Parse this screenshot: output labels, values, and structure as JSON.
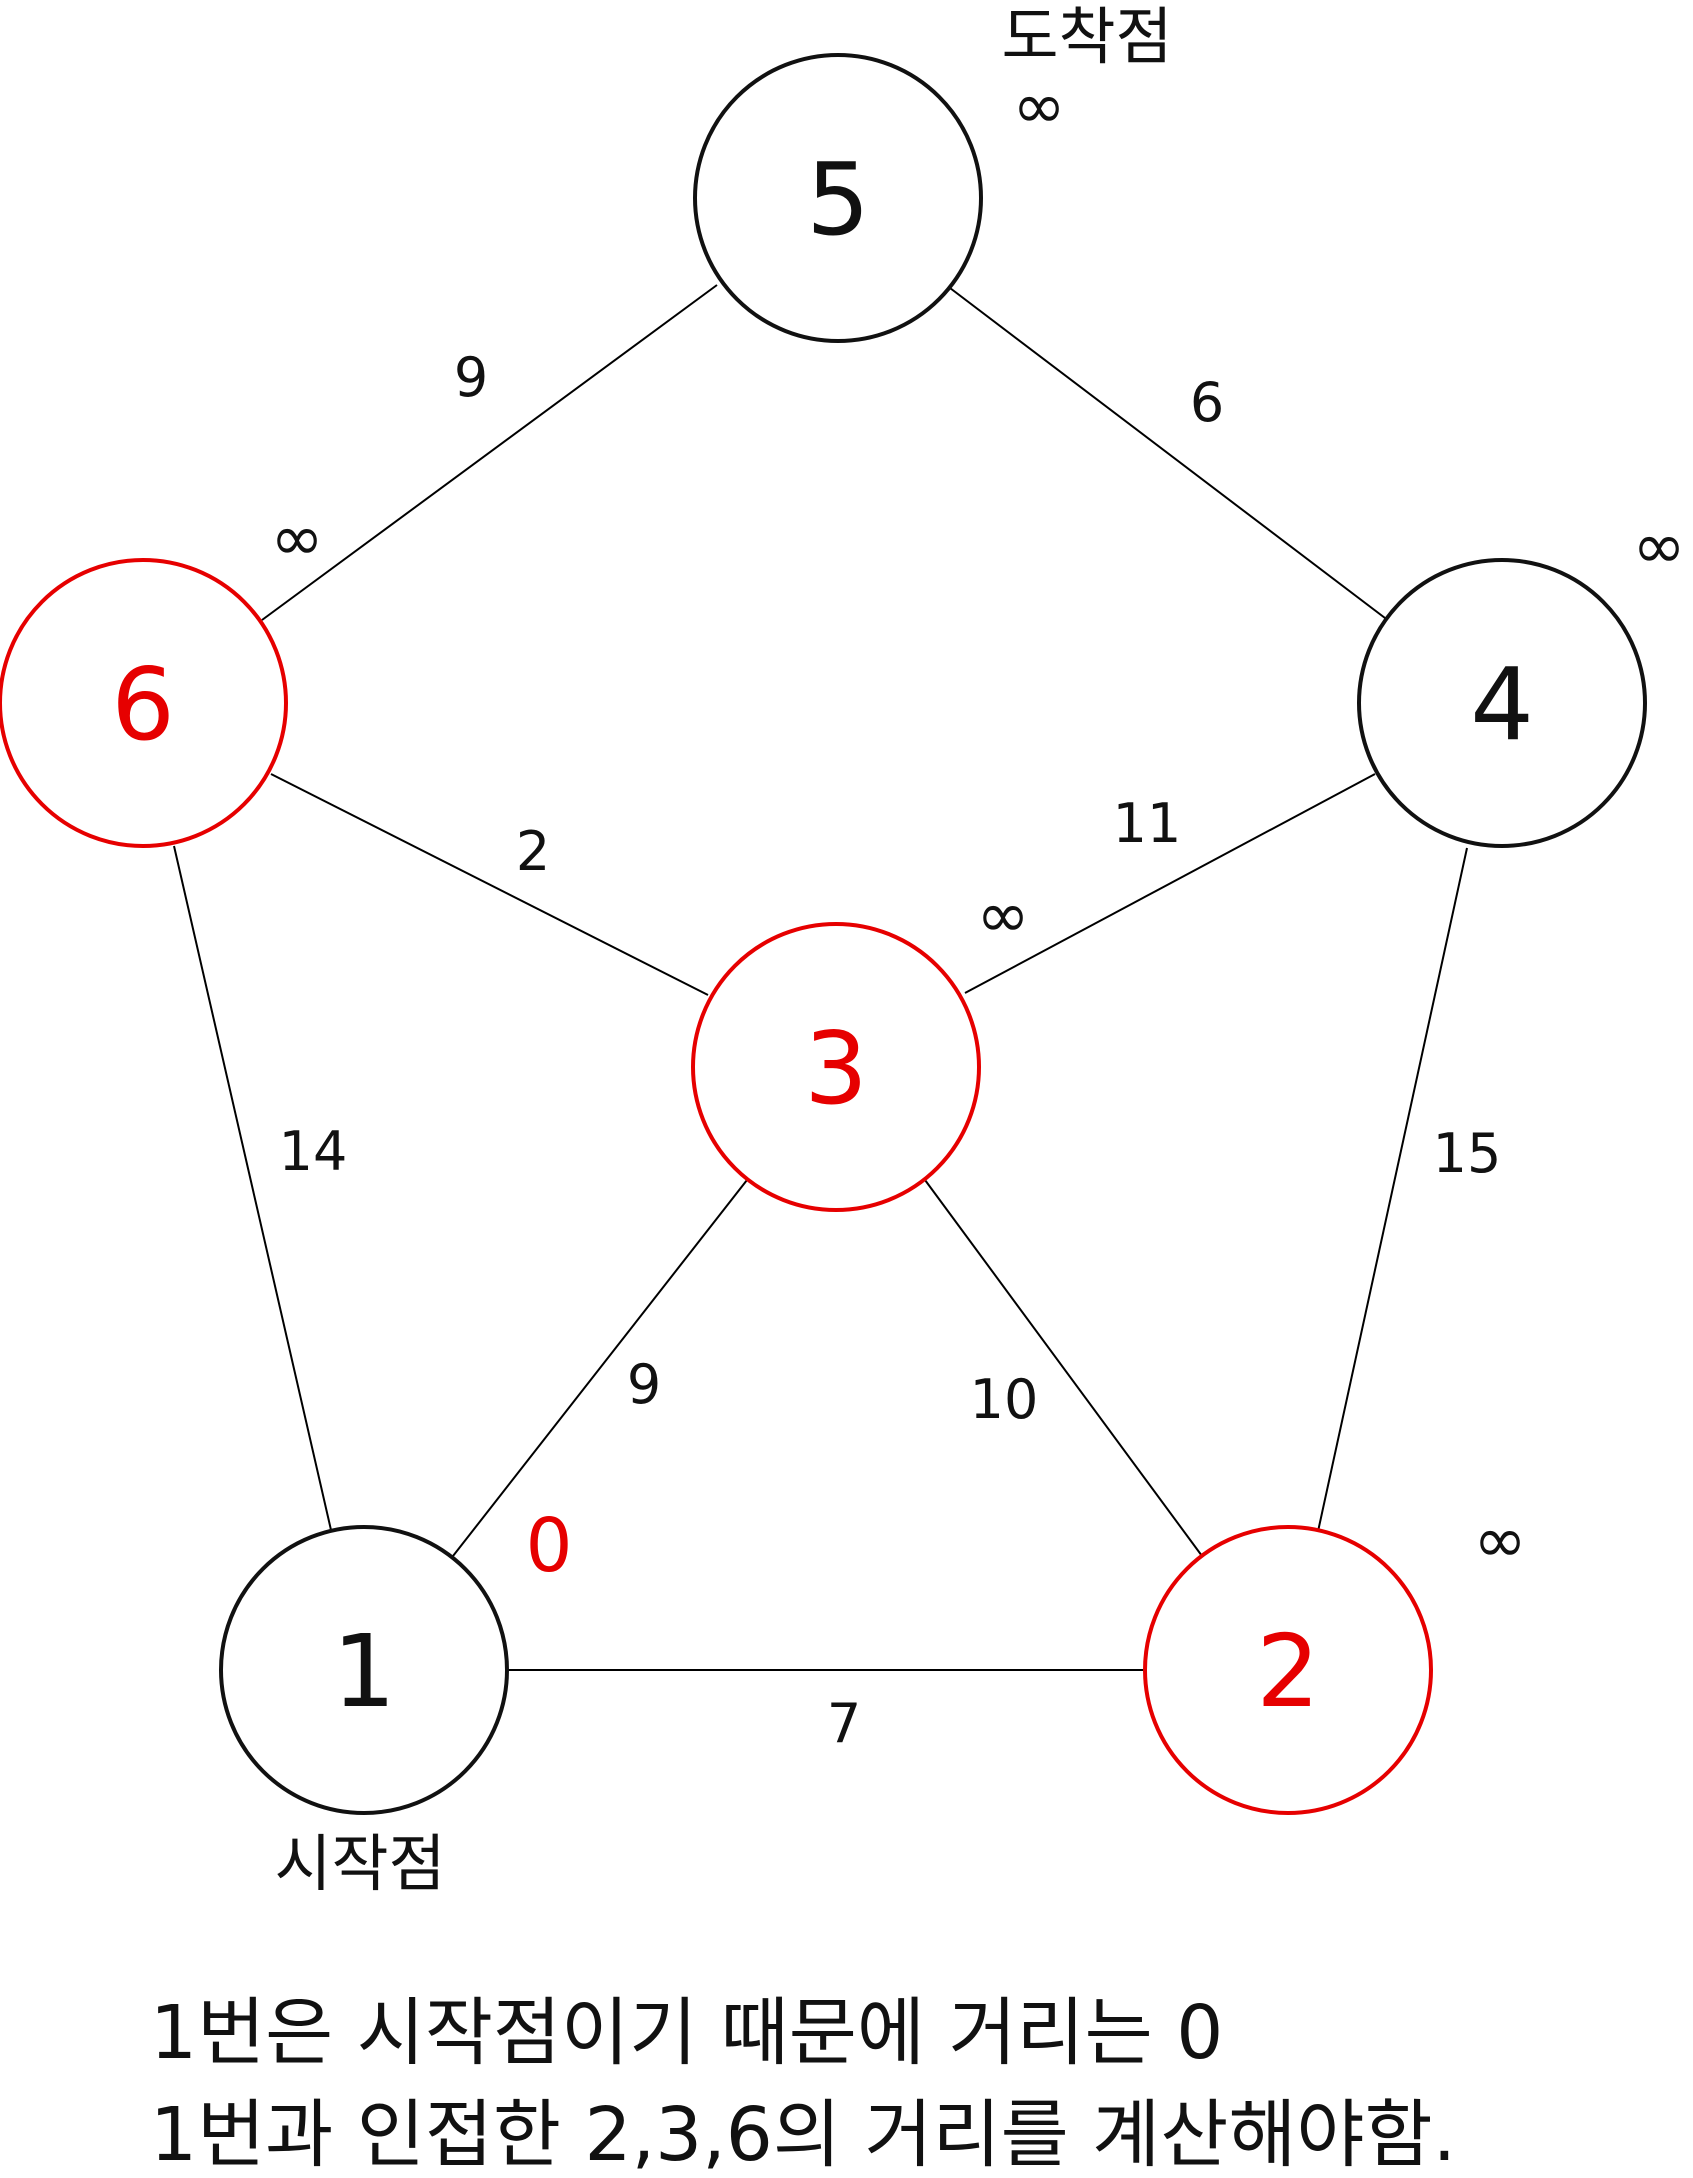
{
  "colors": {
    "black": "#111111",
    "red": "#e60000",
    "edge": "#000000"
  },
  "diagram": {
    "start_label": "시작점",
    "end_label": "도착점",
    "nodes": [
      {
        "id": "1",
        "label": "1",
        "color": "black",
        "distance": "0",
        "distance_color": "red"
      },
      {
        "id": "2",
        "label": "2",
        "color": "red",
        "distance": "∞",
        "distance_color": "black"
      },
      {
        "id": "3",
        "label": "3",
        "color": "red",
        "distance": "∞",
        "distance_color": "black"
      },
      {
        "id": "4",
        "label": "4",
        "color": "black",
        "distance": "∞",
        "distance_color": "black"
      },
      {
        "id": "5",
        "label": "5",
        "color": "black",
        "distance": "∞",
        "distance_color": "black"
      },
      {
        "id": "6",
        "label": "6",
        "color": "red",
        "distance": "∞",
        "distance_color": "black"
      }
    ],
    "edges": [
      {
        "from": "1",
        "to": "2",
        "weight": "7"
      },
      {
        "from": "1",
        "to": "3",
        "weight": "9"
      },
      {
        "from": "1",
        "to": "6",
        "weight": "14"
      },
      {
        "from": "2",
        "to": "3",
        "weight": "10"
      },
      {
        "from": "2",
        "to": "4",
        "weight": "15"
      },
      {
        "from": "3",
        "to": "4",
        "weight": "11"
      },
      {
        "from": "3",
        "to": "6",
        "weight": "2"
      },
      {
        "from": "4",
        "to": "5",
        "weight": "6"
      },
      {
        "from": "5",
        "to": "6",
        "weight": "9"
      }
    ]
  },
  "caption": {
    "line1": "1번은 시작점이기 때문에 거리는 0",
    "line2": "1번과 인접한 2,3,6의 거리를 계산해야함."
  }
}
